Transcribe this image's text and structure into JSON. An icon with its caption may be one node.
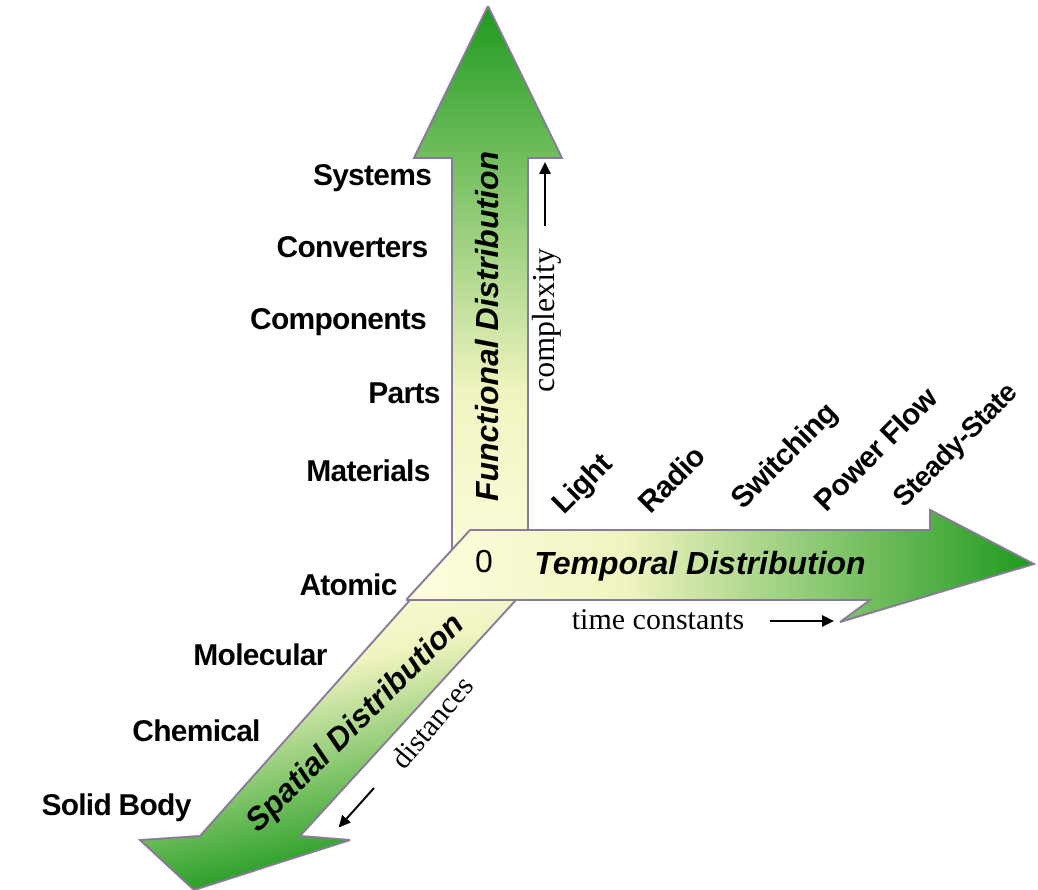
{
  "diagram": {
    "nodes": [
      {
        "text": [
          "Functional Distribution"
        ]
      },
      {
        "text": [
          "Temporal Distribution"
        ]
      },
      {
        "text": [
          "Spatial Distribution"
        ]
      }
    ],
    "labels": [
      "Systems",
      "Converters",
      "Components",
      "Parts",
      "Materials",
      "complexity",
      "Light",
      "Radio",
      "Switching",
      "Power Flow",
      "Steady-State",
      "0",
      "Atomic",
      "time constants",
      "Molecular",
      "distances",
      "Chemical",
      "Solid Body"
    ]
  }
}
